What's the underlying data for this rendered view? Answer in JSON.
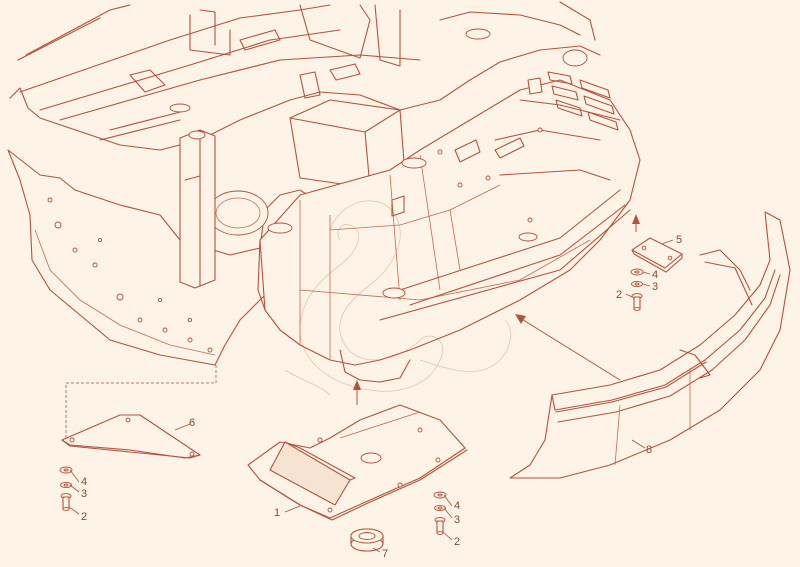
{
  "diagram": {
    "stroke_color": "#b5533a",
    "background_color": "#fdf3e7",
    "callouts": [
      {
        "id": "c1",
        "label": "1"
      },
      {
        "id": "c2a",
        "label": "2"
      },
      {
        "id": "c3a",
        "label": "3"
      },
      {
        "id": "c4a",
        "label": "4"
      },
      {
        "id": "c2b",
        "label": "2"
      },
      {
        "id": "c3b",
        "label": "3"
      },
      {
        "id": "c4b",
        "label": "4"
      },
      {
        "id": "c2c",
        "label": "2"
      },
      {
        "id": "c3c",
        "label": "3"
      },
      {
        "id": "c4c",
        "label": "4"
      },
      {
        "id": "c5",
        "label": "5"
      },
      {
        "id": "c6",
        "label": "6"
      },
      {
        "id": "c7",
        "label": "7"
      },
      {
        "id": "c8",
        "label": "8"
      }
    ]
  }
}
